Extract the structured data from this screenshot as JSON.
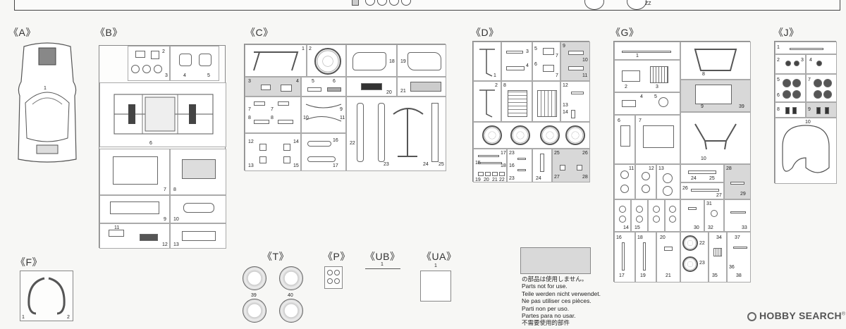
{
  "sections": {
    "A": "《A》",
    "B": "《B》",
    "C": "《C》",
    "D": "《D》",
    "G": "《G》",
    "J": "《J》",
    "F": "《F》",
    "T": "《T》",
    "P": "《P》",
    "UB": "《UB》",
    "UA": "《UA》"
  },
  "topbar": {
    "note": "ZZ"
  },
  "tree_a": {
    "n1": "1"
  },
  "tree_b": {
    "n2": "2",
    "n3": "3",
    "n4": "4",
    "n5": "5",
    "n6": "6",
    "n7": "7",
    "n8": "8",
    "n9": "9",
    "n10": "10",
    "n11": "11",
    "n12": "12",
    "n13": "13"
  },
  "tree_c": {
    "n1": "1",
    "n2": "2",
    "n3": "3",
    "n4": "4",
    "n5": "5",
    "n6": "6",
    "n7a": "7",
    "n7b": "7",
    "n8a": "8",
    "n8b": "8",
    "n9": "9",
    "n10": "10",
    "n11": "11",
    "n12": "12",
    "n13": "13",
    "n14": "14",
    "n15": "15",
    "n16": "16",
    "n17": "17",
    "n18": "18",
    "n19": "19",
    "n20": "20",
    "n21": "21",
    "n22": "22",
    "n23": "23",
    "n24": "24",
    "n25": "25"
  },
  "tree_d": {
    "n1": "1",
    "n2": "2",
    "n3": "3",
    "n4": "4",
    "n5": "5",
    "n6": "6",
    "n7a": "7",
    "n7b": "7",
    "n8": "8",
    "n9": "9",
    "n10": "10",
    "n11": "11",
    "n12": "12",
    "n13": "13",
    "n14": "14",
    "n15": "15",
    "n16": "16",
    "n17": "17",
    "n18": "18",
    "n19": "19",
    "n20": "20",
    "n21": "21",
    "n22": "22",
    "n23a": "23",
    "n23b": "23",
    "n24": "24",
    "n25": "25",
    "n26": "26",
    "n27": "27",
    "n28": "28"
  },
  "tree_g": {
    "n1": "1",
    "n2": "2",
    "n3": "3",
    "n4": "4",
    "n5": "5",
    "n6": "6",
    "n7": "7",
    "n8": "8",
    "n9": "9",
    "n10": "10",
    "n11": "11",
    "n12": "12",
    "n13": "13",
    "n14": "14",
    "n15": "15",
    "n16": "16",
    "n17": "17",
    "n18": "18",
    "n19": "19",
    "n20": "20",
    "n21": "21",
    "n22": "22",
    "n23": "23",
    "n24": "24",
    "n25": "25",
    "n26": "26",
    "n27": "27",
    "n28": "28",
    "n29": "29",
    "n30": "30",
    "n31": "31",
    "n32": "32",
    "n33": "33",
    "n34": "34",
    "n35": "35",
    "n36": "36",
    "n37": "37",
    "n38": "38",
    "n39": "39"
  },
  "tree_j": {
    "n1": "1",
    "n2": "2",
    "n3": "3",
    "n4": "4",
    "n5": "5",
    "n6": "6",
    "n7": "7",
    "n8": "8",
    "n9": "9",
    "n10": "10"
  },
  "tree_f": {
    "n1": "1",
    "n2": "2"
  },
  "tree_t": {
    "n39": "39",
    "n40": "40"
  },
  "tree_ub": {
    "n1": "1"
  },
  "tree_ua": {
    "n1": "1"
  },
  "legend": {
    "lines": [
      "の部品は使用しません。",
      "Parts not for use.",
      "Teile werden nicht verwendet.",
      "Ne pas utiliser ces pièces.",
      "Parti non per uso.",
      "Partes para no usar.",
      "不需要使用的部件"
    ],
    "grey_color": "#d9d9d9"
  },
  "watermark": {
    "text": "HOBBY SEARCH",
    "mark": "®"
  }
}
